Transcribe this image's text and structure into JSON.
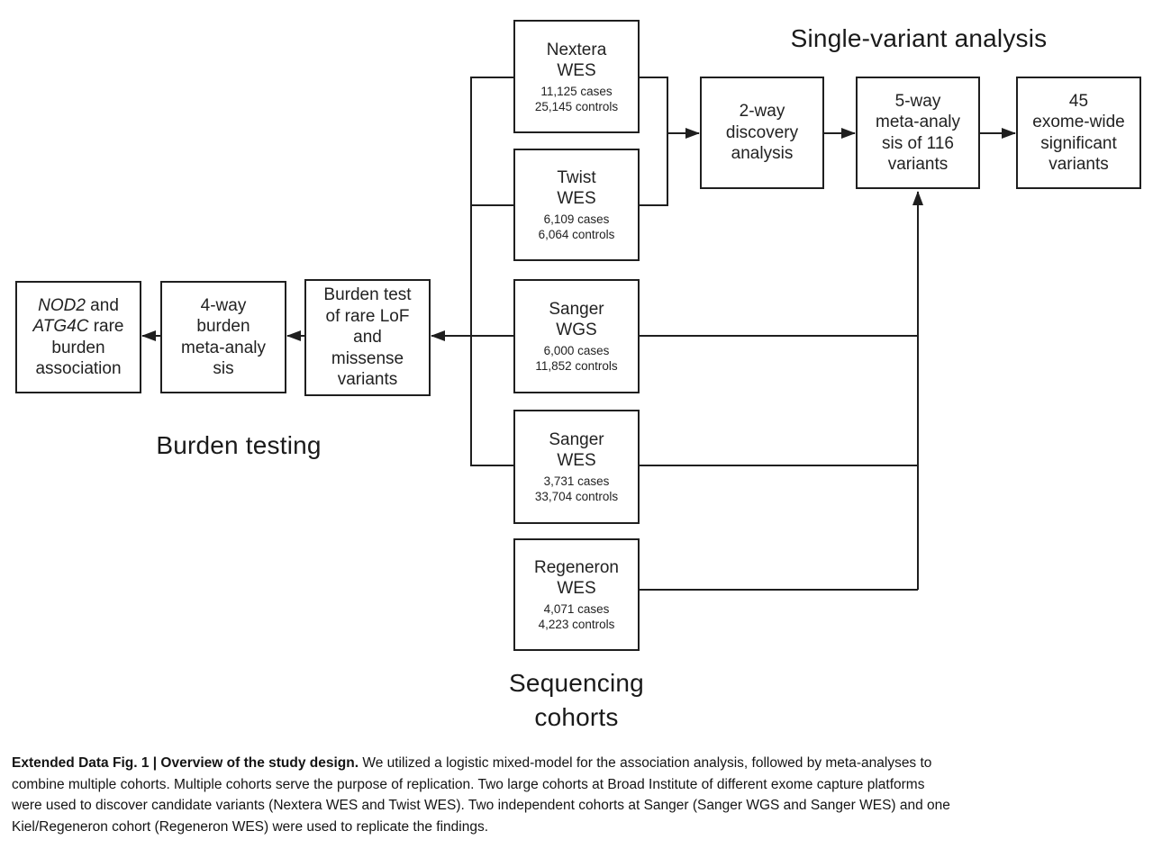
{
  "figure": {
    "headings": {
      "single_variant": "Single-variant analysis",
      "burden_testing": "Burden testing",
      "sequencing_line1": "Sequencing",
      "sequencing_line2": "cohorts"
    },
    "cohorts": [
      {
        "name1": "Nextera",
        "name2": "WES",
        "cases": "11,125 cases",
        "controls": "25,145 controls"
      },
      {
        "name1": "Twist",
        "name2": "WES",
        "cases": "6,109 cases",
        "controls": "6,064 controls"
      },
      {
        "name1": "Sanger",
        "name2": "WGS",
        "cases": "6,000 cases",
        "controls": "11,852 controls"
      },
      {
        "name1": "Sanger",
        "name2": "WES",
        "cases": "3,731 cases",
        "controls": "33,704 controls"
      },
      {
        "name1": "Regeneron",
        "name2": "WES",
        "cases": "4,071 cases",
        "controls": "4,223 controls"
      }
    ],
    "analysis_boxes": {
      "two_way": {
        "l1": "2-way",
        "l2": "discovery",
        "l3": "analysis"
      },
      "five_way": {
        "l1": "5-way",
        "l2": "meta-analy",
        "l3": "sis of 116",
        "l4": "variants"
      },
      "forty_five": {
        "l1": "45",
        "l2": "exome-wide",
        "l3": "significant",
        "l4": "variants"
      }
    },
    "burden_boxes": {
      "nod2": {
        "l1_italic": "NOD2",
        "l1_rest": " and",
        "l2_italic": "ATG4C",
        "l2_rest": " rare",
        "l3": "burden",
        "l4": "association"
      },
      "four_way": {
        "l1": "4-way",
        "l2": "burden",
        "l3": "meta-analy",
        "l4": "sis"
      },
      "burden_test": {
        "l1": "Burden test",
        "l2": "of rare LoF",
        "l3": "and",
        "l4": "missense",
        "l5": "variants"
      }
    }
  },
  "caption": {
    "line1_bold": "Extended Data Fig. 1 | Overview of the study design.",
    "line1_rest": " We utilized a logistic mixed-model for the association analysis, followed by meta-analyses to",
    "line2": "combine multiple cohorts. Multiple cohorts serve the purpose of replication. Two large cohorts at Broad Institute of different exome capture platforms",
    "line3": "were used to discover candidate variants (Nextera WES and Twist WES). Two independent cohorts at Sanger (Sanger WGS and Sanger WES) and one",
    "line4": "Kiel/Regeneron cohort (Regeneron WES) were used to replicate the findings."
  },
  "colors": {
    "ink": "#1a1a1a",
    "background": "#ffffff"
  }
}
